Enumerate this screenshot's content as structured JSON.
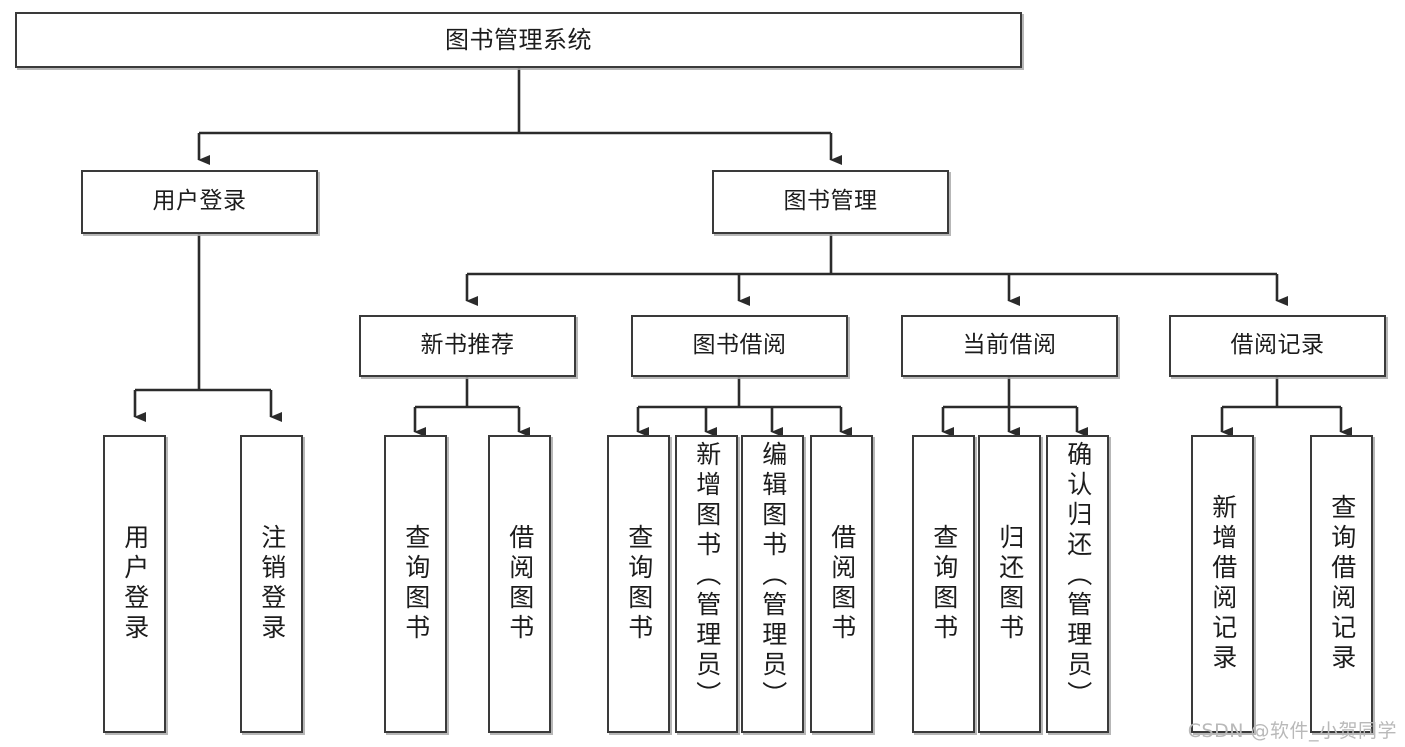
{
  "diagram": {
    "type": "tree-hierarchy",
    "title": "图书管理系统",
    "watermark": "CSDN @软件_小贺同学",
    "colors": {
      "background": "#ffffff",
      "box_border": "#3a3a3a",
      "box_fill": "#ffffff",
      "connector": "#2b2b2b",
      "shadow": "#aaaaaa",
      "watermark": "#b9b9b9"
    },
    "root": {
      "label": "图书管理系统"
    },
    "level2": [
      {
        "label": "用户登录"
      },
      {
        "label": "图书管理"
      }
    ],
    "level3": [
      {
        "label": "新书推荐"
      },
      {
        "label": "图书借阅"
      },
      {
        "label": "当前借阅"
      },
      {
        "label": "借阅记录"
      }
    ],
    "leaves": {
      "user_login": [
        {
          "label": "用户登录"
        },
        {
          "label": "注销登录"
        }
      ],
      "new_book_recommend": [
        {
          "label": "查询图书"
        },
        {
          "label": "借阅图书"
        }
      ],
      "book_borrow": [
        {
          "label": "查询图书"
        },
        {
          "label": "新增图书（管理员）"
        },
        {
          "label": "编辑图书（管理员）"
        },
        {
          "label": "借阅图书"
        }
      ],
      "current_borrow": [
        {
          "label": "查询图书"
        },
        {
          "label": "归还图书"
        },
        {
          "label": "确认归还（管理员）"
        }
      ],
      "borrow_record": [
        {
          "label": "新增借阅记录"
        },
        {
          "label": "查询借阅记录"
        }
      ]
    }
  }
}
